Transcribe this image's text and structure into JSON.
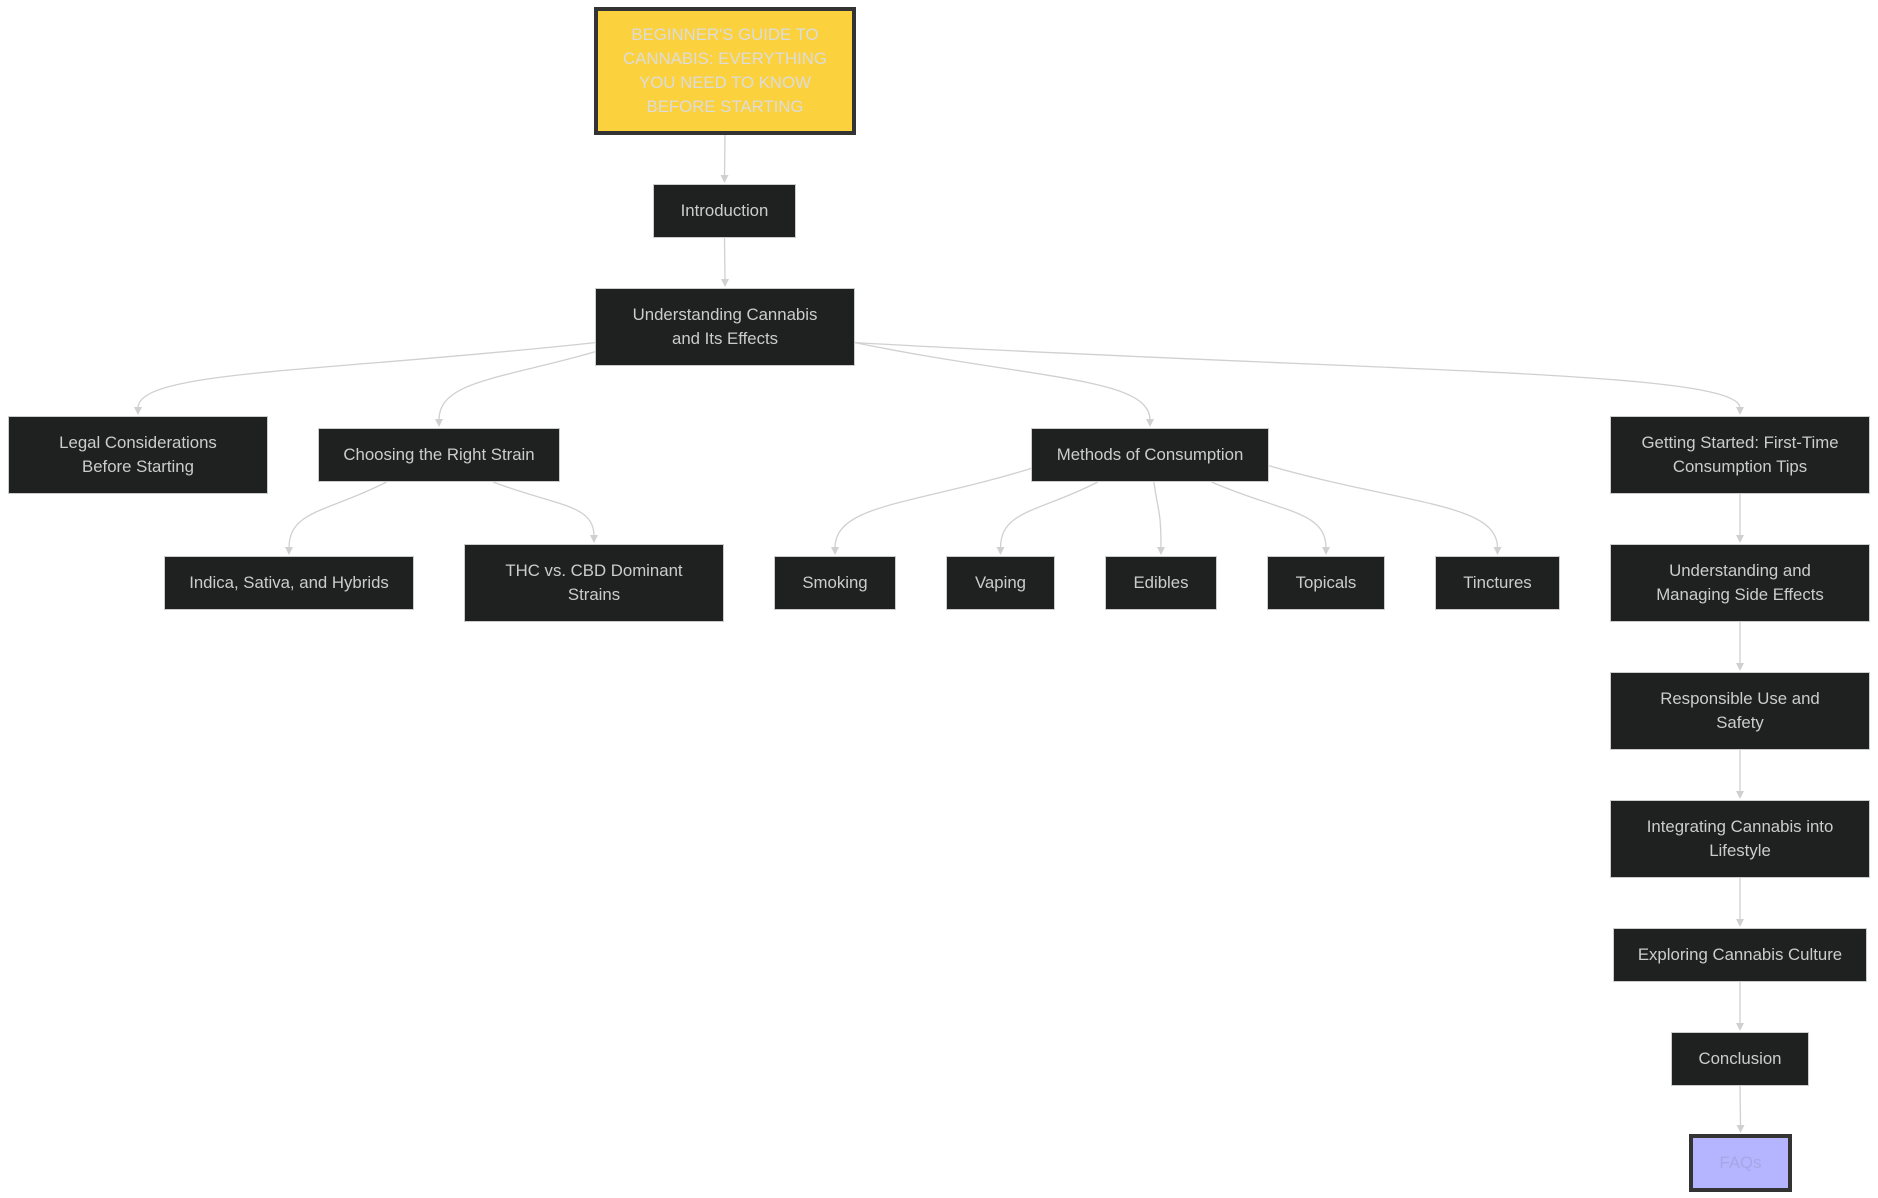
{
  "diagram": {
    "colors": {
      "node_fill": "#1f2020",
      "node_text": "#cccccc",
      "root_fill": "#fbd13e",
      "root_border": "#333333",
      "end_fill": "#b5b5ff",
      "edge": "#d0d0d0"
    },
    "nodes": [
      {
        "id": "root",
        "label": "BEGINNER'S GUIDE TO CANNABIS: EVERYTHING YOU NEED TO KNOW BEFORE STARTING",
        "style": "root"
      },
      {
        "id": "intro",
        "label": "Introduction"
      },
      {
        "id": "understanding",
        "label": "Understanding Cannabis and Its Effects"
      },
      {
        "id": "legal",
        "label": "Legal Considerations Before Starting"
      },
      {
        "id": "strain",
        "label": "Choosing the Right Strain"
      },
      {
        "id": "methods",
        "label": "Methods of Consumption"
      },
      {
        "id": "first-time",
        "label": "Getting Started: First-Time Consumption Tips"
      },
      {
        "id": "indica",
        "label": "Indica, Sativa, and Hybrids"
      },
      {
        "id": "thc-cbd",
        "label": "THC vs. CBD Dominant Strains"
      },
      {
        "id": "smoking",
        "label": "Smoking"
      },
      {
        "id": "vaping",
        "label": "Vaping"
      },
      {
        "id": "edibles",
        "label": "Edibles"
      },
      {
        "id": "topicals",
        "label": "Topicals"
      },
      {
        "id": "tinctures",
        "label": "Tinctures"
      },
      {
        "id": "side-effects",
        "label": "Understanding and Managing Side Effects"
      },
      {
        "id": "responsible",
        "label": "Responsible Use and Safety"
      },
      {
        "id": "lifestyle",
        "label": "Integrating Cannabis into Lifestyle"
      },
      {
        "id": "culture",
        "label": "Exploring Cannabis Culture"
      },
      {
        "id": "conclusion",
        "label": "Conclusion"
      },
      {
        "id": "faqs",
        "label": "FAQs",
        "style": "end"
      }
    ],
    "edges": [
      {
        "from": "root",
        "to": "intro"
      },
      {
        "from": "intro",
        "to": "understanding"
      },
      {
        "from": "understanding",
        "to": "legal"
      },
      {
        "from": "understanding",
        "to": "strain"
      },
      {
        "from": "understanding",
        "to": "methods"
      },
      {
        "from": "understanding",
        "to": "first-time"
      },
      {
        "from": "strain",
        "to": "indica"
      },
      {
        "from": "strain",
        "to": "thc-cbd"
      },
      {
        "from": "methods",
        "to": "smoking"
      },
      {
        "from": "methods",
        "to": "vaping"
      },
      {
        "from": "methods",
        "to": "edibles"
      },
      {
        "from": "methods",
        "to": "topicals"
      },
      {
        "from": "methods",
        "to": "tinctures"
      },
      {
        "from": "first-time",
        "to": "side-effects"
      },
      {
        "from": "side-effects",
        "to": "responsible"
      },
      {
        "from": "responsible",
        "to": "lifestyle"
      },
      {
        "from": "lifestyle",
        "to": "culture"
      },
      {
        "from": "culture",
        "to": "conclusion"
      },
      {
        "from": "conclusion",
        "to": "faqs"
      }
    ]
  }
}
